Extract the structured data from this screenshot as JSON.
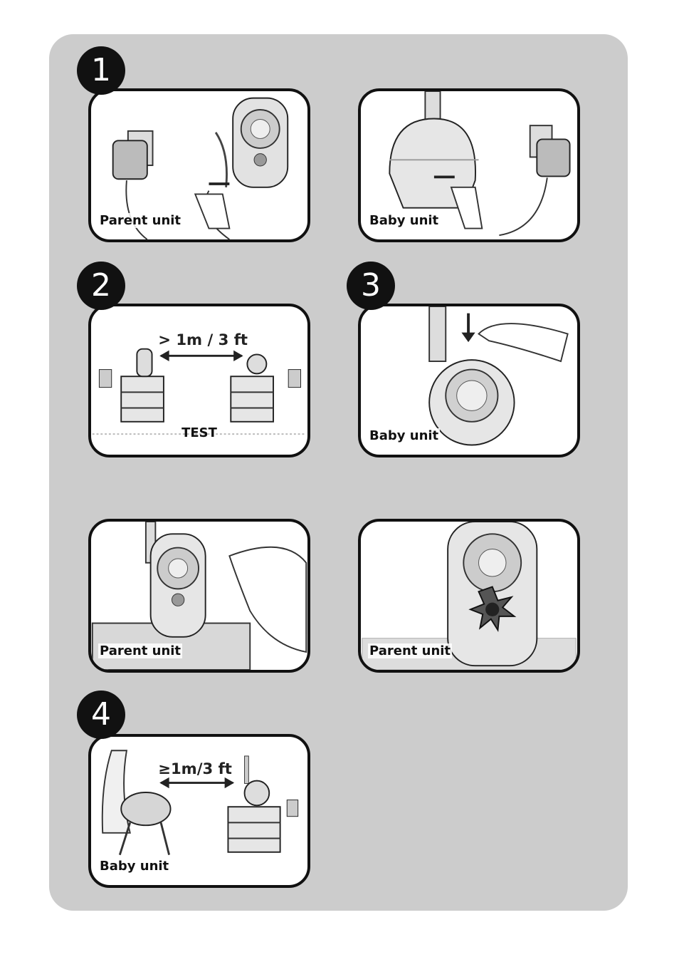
{
  "steps": {
    "s1": "1",
    "s2": "2",
    "s3": "3",
    "s4": "4"
  },
  "panels": {
    "p1_label": "Parent unit",
    "p2_label": "Baby unit",
    "p3_label": "TEST",
    "p3_distance": "> 1m / 3 ft",
    "p4_label": "Baby unit",
    "p5_label": "Parent unit",
    "p6_label": "Parent unit",
    "p7_label": "Baby unit",
    "p7_distance": "≥1m/3 ft"
  },
  "colors": {
    "sheet": "#cccccc",
    "border": "#111111"
  }
}
